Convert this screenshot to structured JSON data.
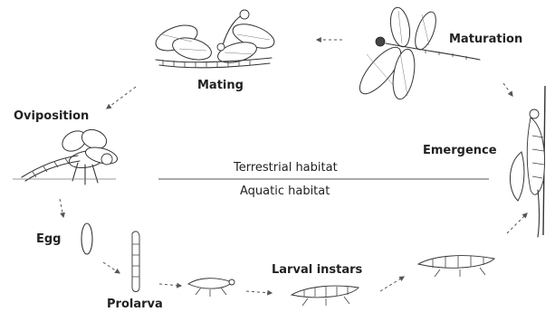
{
  "labels": {
    "maturation": "Maturation",
    "mating": "Mating",
    "oviposition": "Oviposition",
    "emergence": "Emergence",
    "terrestrial": "Terrestrial habitat",
    "aquatic": "Aquatic habitat",
    "egg": "Egg",
    "prolarva": "Prolarva",
    "larval_instars": "Larval instars"
  },
  "icons": [
    "dragonfly-mating-icon",
    "dragonfly-adult-icon",
    "dragonfly-ovipositing-icon",
    "dragonfly-emerging-icon",
    "egg-icon",
    "prolarva-icon",
    "larva-icon"
  ]
}
